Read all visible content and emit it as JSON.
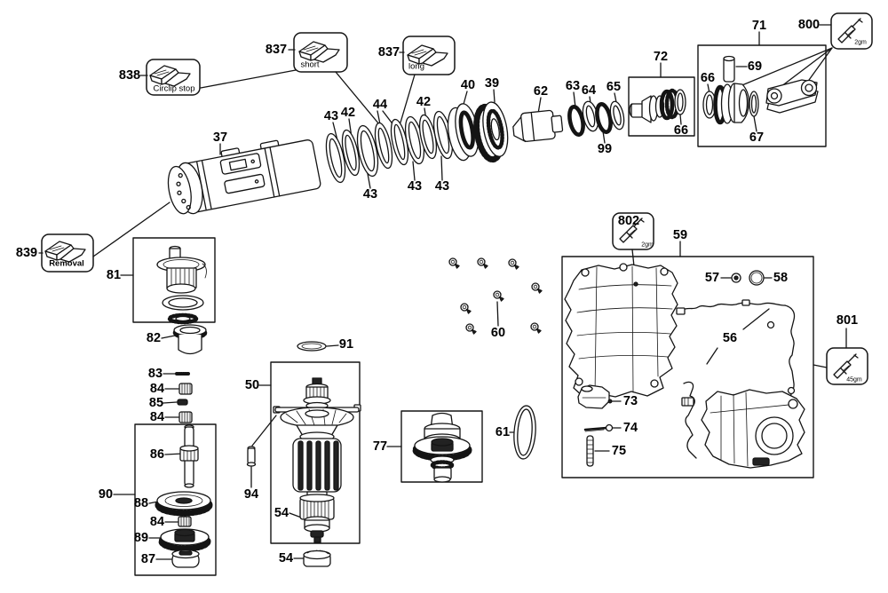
{
  "figure": {
    "type": "exploded-parts-diagram",
    "background": "#ffffff",
    "line_color": "#141414"
  },
  "part_numbers": {
    "37": "37",
    "39": "39",
    "40": "40",
    "42": "42",
    "43": "43",
    "44": "44",
    "50": "50",
    "54": "54",
    "56": "56",
    "57": "57",
    "58": "58",
    "59": "59",
    "60": "60",
    "61": "61",
    "62": "62",
    "63": "63",
    "64": "64",
    "65": "65",
    "66": "66",
    "67": "67",
    "69": "69",
    "71": "71",
    "72": "72",
    "73": "73",
    "74": "74",
    "75": "75",
    "77": "77",
    "81": "81",
    "82": "82",
    "83": "83",
    "84": "84",
    "85": "85",
    "86": "86",
    "87": "87",
    "88": "88",
    "89": "89",
    "90": "90",
    "91": "91",
    "94": "94",
    "99": "99",
    "800": "800",
    "801": "801",
    "802": "802",
    "837": "837",
    "838": "838",
    "839": "839"
  },
  "annotations": {
    "circlip_stop": "Circlip stop",
    "short": "short",
    "long": "long",
    "removal": "Removal",
    "grease_2gm": "2gm",
    "grease_45gm": "45gm"
  }
}
